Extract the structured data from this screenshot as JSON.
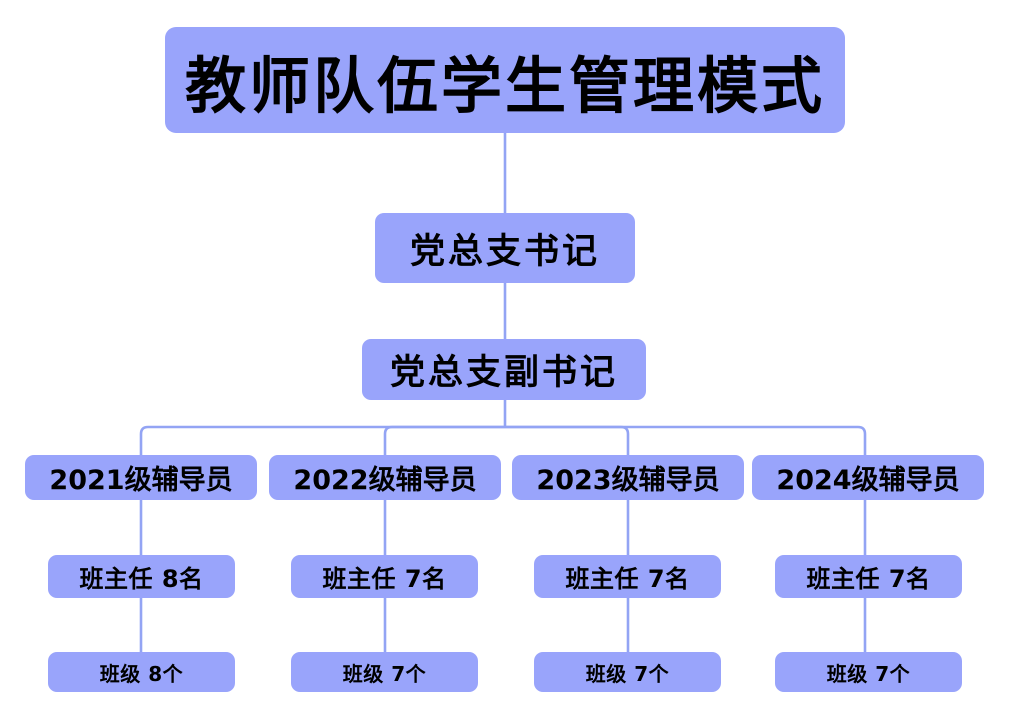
{
  "diagram": {
    "type": "organizational-chart",
    "title": "教师队伍学生管理模式",
    "colors": {
      "node_fill": "#99a4fb",
      "connector": "#93a4f4",
      "text": "#000000",
      "background": "#ffffff"
    },
    "levels": [
      {
        "level": 1,
        "name": "root",
        "nodes": [
          {
            "id": "root",
            "label": "教师队伍学生管理模式"
          }
        ]
      },
      {
        "level": 2,
        "name": "party-branch-secretary",
        "nodes": [
          {
            "id": "secretary",
            "label": "党总支书记"
          }
        ]
      },
      {
        "level": 3,
        "name": "party-branch-deputy-secretary",
        "nodes": [
          {
            "id": "deputy",
            "label": "党总支副书记"
          }
        ]
      },
      {
        "level": 4,
        "name": "counselors",
        "nodes": [
          {
            "id": "counselor-2021",
            "label": "2021级辅导员"
          },
          {
            "id": "counselor-2022",
            "label": "2022级辅导员"
          },
          {
            "id": "counselor-2023",
            "label": "2023级辅导员"
          },
          {
            "id": "counselor-2024",
            "label": "2024级辅导员"
          }
        ]
      },
      {
        "level": 5,
        "name": "head-teachers",
        "nodes": [
          {
            "id": "teacher-2021",
            "label": "班主任  8名",
            "role": "班主任",
            "count": 8,
            "unit": "名"
          },
          {
            "id": "teacher-2022",
            "label": "班主任  7名",
            "role": "班主任",
            "count": 7,
            "unit": "名"
          },
          {
            "id": "teacher-2023",
            "label": "班主任  7名",
            "role": "班主任",
            "count": 7,
            "unit": "名"
          },
          {
            "id": "teacher-2024",
            "label": "班主任  7名",
            "role": "班主任",
            "count": 7,
            "unit": "名"
          }
        ]
      },
      {
        "level": 6,
        "name": "classes",
        "nodes": [
          {
            "id": "class-2021",
            "label": "班级  8个",
            "role": "班级",
            "count": 8,
            "unit": "个"
          },
          {
            "id": "class-2022",
            "label": "班级  7个",
            "role": "班级",
            "count": 7,
            "unit": "个"
          },
          {
            "id": "class-2023",
            "label": "班级  7个",
            "role": "班级",
            "count": 7,
            "unit": "个"
          },
          {
            "id": "class-2024",
            "label": "班级  7个",
            "role": "班级",
            "count": 7,
            "unit": "个"
          }
        ]
      }
    ]
  }
}
